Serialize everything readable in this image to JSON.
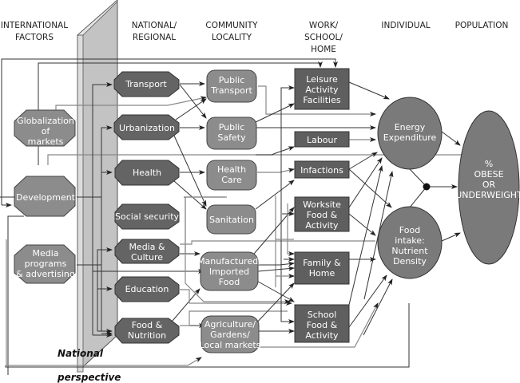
{
  "columns": {
    "international": [
      "INTERNATIONAL",
      "FACTORS"
    ],
    "national": [
      "NATIONAL/",
      "REGIONAL"
    ],
    "community": [
      "COMMUNITY",
      "LOCALITY"
    ],
    "work": [
      "WORK/",
      "SCHOOL/",
      "HOME"
    ],
    "individual": [
      "INDIVIDUAL"
    ],
    "population": [
      "POPULATION"
    ]
  },
  "wall_label": {
    "line1": "National",
    "line2": "perspective"
  },
  "international_nodes": [
    {
      "id": "globalization",
      "lines": [
        "Globalization",
        "of",
        "markets"
      ]
    },
    {
      "id": "development",
      "lines": [
        "Development"
      ]
    },
    {
      "id": "media-programs",
      "lines": [
        "Media",
        "programs",
        "& advertising"
      ]
    }
  ],
  "national_nodes": [
    {
      "id": "transport",
      "lines": [
        "Transport"
      ]
    },
    {
      "id": "urbanization",
      "lines": [
        "Urbanization"
      ]
    },
    {
      "id": "health",
      "lines": [
        "Health"
      ]
    },
    {
      "id": "social-security",
      "lines": [
        "Social security"
      ]
    },
    {
      "id": "media-culture",
      "lines": [
        "Media &",
        "Culture"
      ]
    },
    {
      "id": "education",
      "lines": [
        "Education"
      ]
    },
    {
      "id": "food-nutrition",
      "lines": [
        "Food &",
        "Nutrition"
      ]
    }
  ],
  "community_nodes": [
    {
      "id": "public-transport",
      "lines": [
        "Public",
        "Transport"
      ]
    },
    {
      "id": "public-safety",
      "lines": [
        "Public",
        "Safety"
      ]
    },
    {
      "id": "health-care",
      "lines": [
        "Health",
        "Care"
      ]
    },
    {
      "id": "sanitation",
      "lines": [
        "Sanitation"
      ]
    },
    {
      "id": "manufactured-food",
      "lines": [
        "Manufactured/",
        "Imported",
        "Food"
      ]
    },
    {
      "id": "agriculture",
      "lines": [
        "Agriculture/",
        "Gardens/",
        "Local markets"
      ]
    }
  ],
  "work_nodes": [
    {
      "id": "leisure",
      "lines": [
        "Leisure",
        "Activity",
        "Facilities"
      ]
    },
    {
      "id": "labour",
      "lines": [
        "Labour"
      ]
    },
    {
      "id": "infactions",
      "lines": [
        "Infactions"
      ]
    },
    {
      "id": "worksite",
      "lines": [
        "Worksite",
        "Food &",
        "Activity"
      ]
    },
    {
      "id": "family-home",
      "lines": [
        "Family &",
        "Home"
      ]
    },
    {
      "id": "school",
      "lines": [
        "School",
        "Food &",
        "Activity"
      ]
    }
  ],
  "individual_nodes": [
    {
      "id": "energy",
      "lines": [
        "Energy",
        "Expenditure"
      ]
    },
    {
      "id": "food-intake",
      "lines": [
        "Food",
        "intake:",
        "Nutrient",
        "Density"
      ]
    }
  ],
  "population_node": {
    "id": "obese",
    "lines": [
      "%",
      "OBESE",
      "OR",
      "UNDERWEIGHT"
    ]
  },
  "colors": {
    "international_fill": "#8c8c8c",
    "national_fill": "#646464",
    "community_fill": "#8c8c8c",
    "work_fill": "#5f5f5f",
    "individual_fill": "#7a7a7a",
    "wall_front": "#c3c3c3",
    "wall_side": "#dcdcdc"
  }
}
